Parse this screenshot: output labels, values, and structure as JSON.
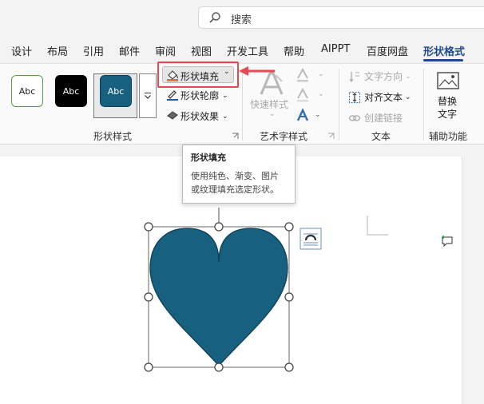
{
  "search": {
    "placeholder": "搜索"
  },
  "tabs": [
    {
      "label": "设计"
    },
    {
      "label": "布局"
    },
    {
      "label": "引用"
    },
    {
      "label": "邮件"
    },
    {
      "label": "审阅"
    },
    {
      "label": "视图"
    },
    {
      "label": "开发工具"
    },
    {
      "label": "帮助"
    },
    {
      "label": "AIPPT"
    },
    {
      "label": "百度网盘"
    },
    {
      "label": "形状格式",
      "active": true
    }
  ],
  "ribbon": {
    "shape_styles": {
      "swatches": [
        {
          "label": "Abc",
          "bg": "#ffffff",
          "fg": "#333333",
          "border": "#5a9e45"
        },
        {
          "label": "Abc",
          "bg": "#000000",
          "fg": "#ffffff",
          "border": "#000000"
        },
        {
          "label": "Abc",
          "bg": "#17607f",
          "fg": "#ffffff",
          "border": "#0f3f55"
        }
      ],
      "fill_label": "形状填充",
      "outline_label": "形状轮廓",
      "effects_label": "形状效果",
      "group_label": "形状样式"
    },
    "wordart": {
      "quick_styles_label": "快速样式",
      "group_label": "艺术字样式"
    },
    "text": {
      "direction_label": "文字方向",
      "align_label": "对齐文本",
      "link_label": "创建链接",
      "group_label": "文本"
    },
    "accessibility": {
      "alt_text_label_line1": "替换",
      "alt_text_label_line2": "文字",
      "group_label": "辅助功能"
    }
  },
  "tooltip": {
    "title": "形状填充",
    "line1": "使用纯色、渐变、图片",
    "line2": "或纹理填充选定形状。"
  },
  "colors": {
    "accent": "#1e4a8c",
    "heart_fill": "#17607f",
    "highlight": "#e84a55",
    "fill_bar": "#e07a2e"
  }
}
